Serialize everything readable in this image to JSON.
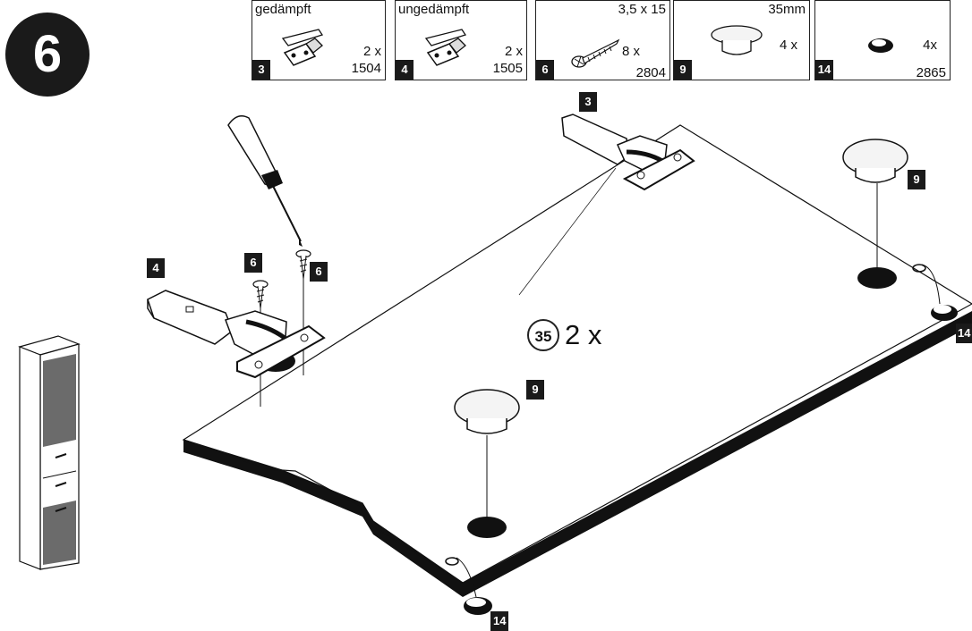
{
  "step": {
    "number": "6"
  },
  "parts": [
    {
      "name": "gedämpft",
      "qty": "2 x",
      "code": "1504",
      "tag": "3"
    },
    {
      "name": "ungedämpft",
      "qty": "2 x",
      "code": "1505",
      "tag": "4"
    },
    {
      "name": "3,5 x 15",
      "qty": "8 x",
      "code": "2804",
      "tag": "6"
    },
    {
      "name": "35mm",
      "qty": "4 x",
      "code": "",
      "tag": "9"
    },
    {
      "name": "",
      "qty": "4x",
      "code": "2865",
      "tag": "14"
    }
  ],
  "callouts": {
    "hinge_left": "4",
    "hinge_top": "3",
    "screw_a": "6",
    "screw_b": "6",
    "foot_back": "9",
    "foot_front": "9",
    "glide_right": "14",
    "glide_front": "14"
  },
  "multiplier": {
    "number": "35",
    "times": "2 x"
  },
  "colors": {
    "ink": "#1a1a1a",
    "paper": "#ffffff",
    "foot": "#f4f4f4",
    "cabinet_glass": "#6b6b6b"
  }
}
